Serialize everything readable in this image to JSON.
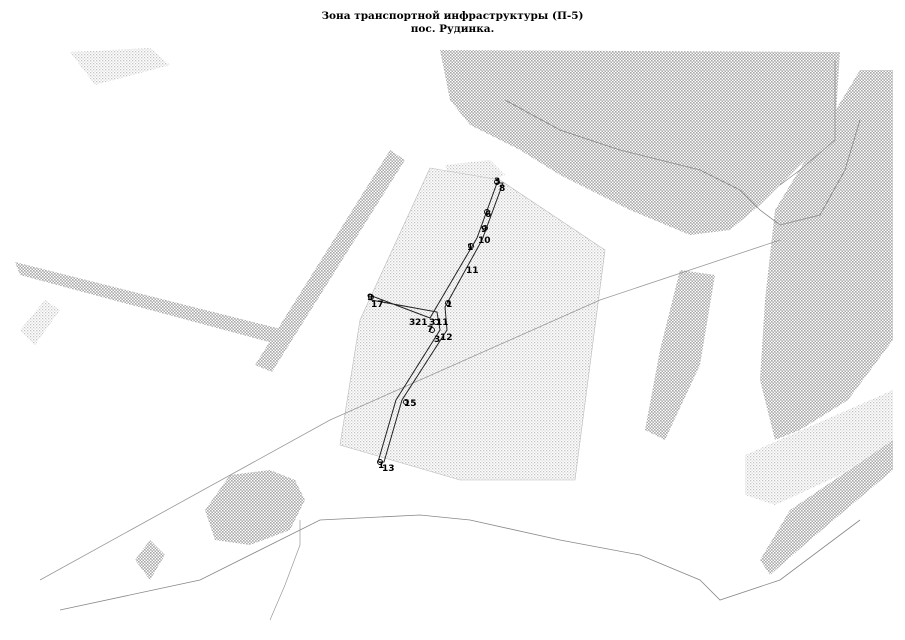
{
  "title": {
    "line1": "Зона транспортной инфраструктуры (П-5)",
    "line2": "пос. Рудинка."
  },
  "colors": {
    "background": "#ffffff",
    "hatch_dark": "#b3b3b3",
    "hatch_light": "#d0d0d0",
    "zone_line": "#222222"
  },
  "point_labels": [
    "3",
    "8",
    "6",
    "9",
    "10",
    "1",
    "11",
    "1",
    "9",
    "17",
    "3",
    "21",
    "3",
    "11",
    "7",
    "12",
    "3",
    "15",
    "1",
    "13"
  ]
}
